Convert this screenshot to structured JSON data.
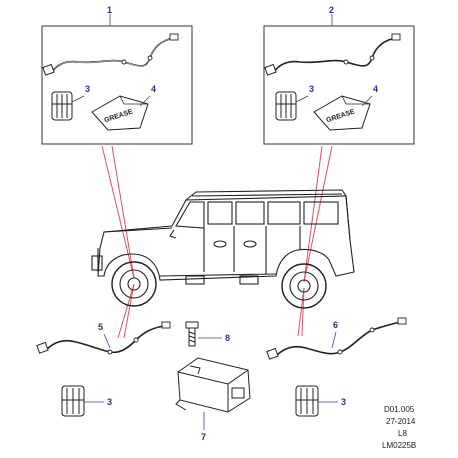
{
  "callouts": {
    "c1": "1",
    "c2": "2",
    "c3a": "3",
    "c4a": "4",
    "c3b": "3",
    "c4b": "4",
    "c5": "5",
    "c6": "6",
    "c7": "7",
    "c8": "8",
    "c3c": "3",
    "c3d": "3"
  },
  "grease_text": {
    "left": "GREASE",
    "right": "GREASE"
  },
  "reference": {
    "code": "D01.005",
    "date": "27-2014",
    "level": "L8",
    "drawing": "LM0225B"
  },
  "colors": {
    "callout_text": "#2b2f8a",
    "leader_line": "#3a3f9a",
    "red_line": "#e05060",
    "outline": "#222222"
  }
}
